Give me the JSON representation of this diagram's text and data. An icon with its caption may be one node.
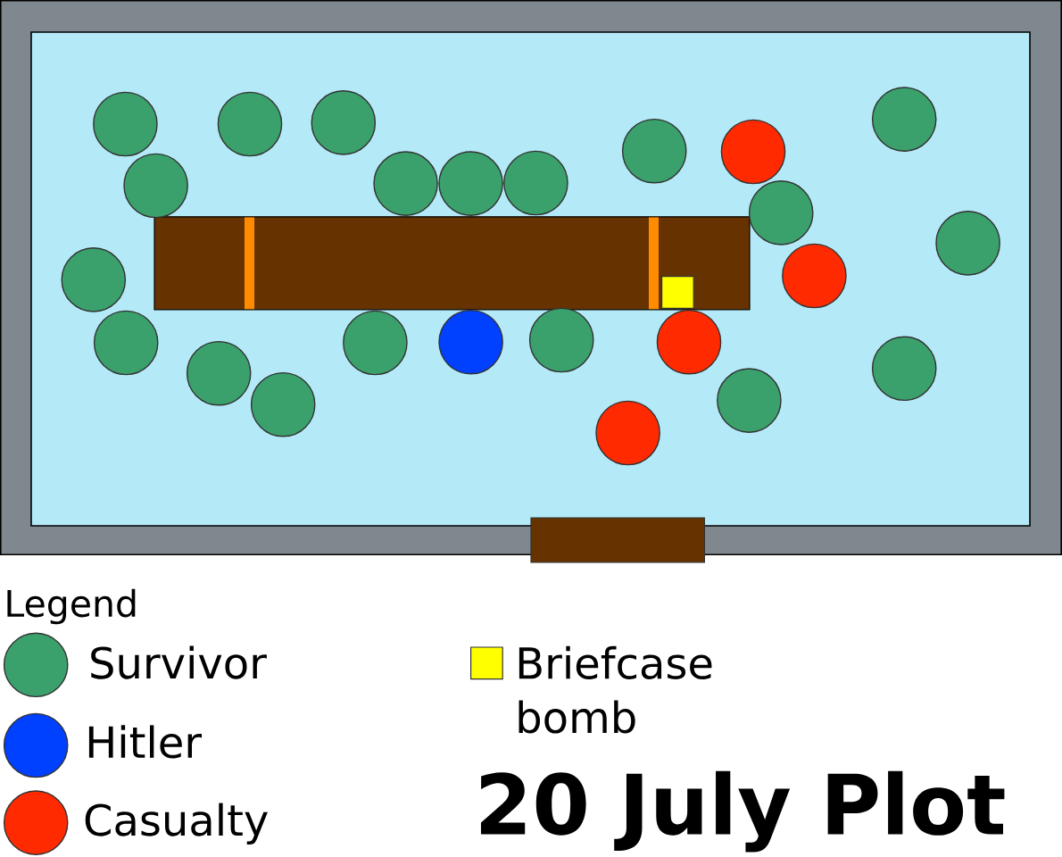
{
  "diagram": {
    "title": "20 July Plot",
    "labels": [
      "Legend"
    ],
    "legend": [
      {
        "text": "Survivor",
        "color": "#3aa16c"
      },
      {
        "text": "Hitler",
        "color": "#0040ff"
      },
      {
        "text": "Casualty",
        "color": "#ff2a00"
      },
      {
        "text": "Briefcase bomb",
        "color": "#ffff00"
      }
    ]
  }
}
